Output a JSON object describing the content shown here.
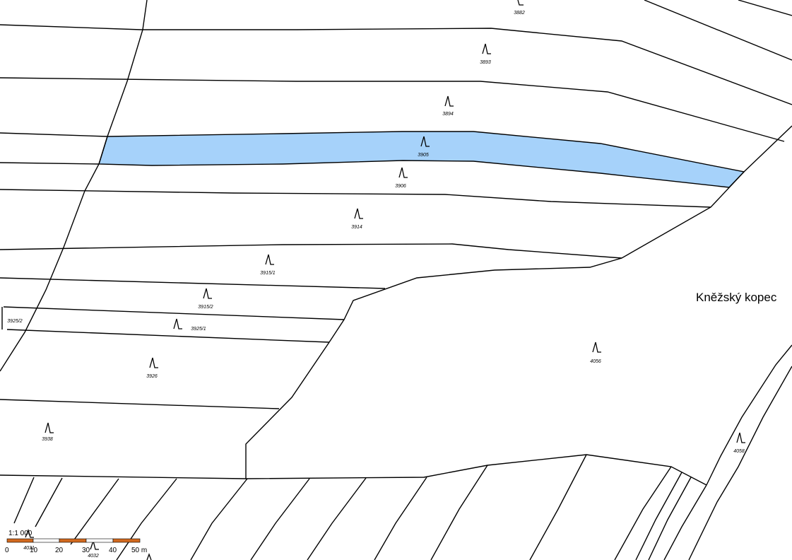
{
  "map": {
    "highlight_color": "#a6d2fa",
    "line_color": "#000000",
    "place_name": "Kněžský kopec",
    "parcels": [
      {
        "id": "3882",
        "symbol": "meadow-icon"
      },
      {
        "id": "3893",
        "symbol": "meadow-icon"
      },
      {
        "id": "3894",
        "symbol": "meadow-icon"
      },
      {
        "id": "3905",
        "symbol": "meadow-icon",
        "selected": true
      },
      {
        "id": "3906",
        "symbol": "meadow-icon"
      },
      {
        "id": "3914",
        "symbol": "meadow-icon"
      },
      {
        "id": "3915/1",
        "symbol": "meadow-icon"
      },
      {
        "id": "3915/2",
        "symbol": "meadow-icon"
      },
      {
        "id": "3925/1",
        "symbol": "meadow-icon"
      },
      {
        "id": "3925/2"
      },
      {
        "id": "3926",
        "symbol": "meadow-icon"
      },
      {
        "id": "3938",
        "symbol": "meadow-icon"
      },
      {
        "id": "4056",
        "symbol": "meadow-icon"
      },
      {
        "id": "4058",
        "symbol": "meadow-icon"
      },
      {
        "id": "4031",
        "symbol": "meadow-icon"
      },
      {
        "id": "4032",
        "symbol": "meadow-icon"
      }
    ]
  },
  "scale_bar": {
    "ratio": "1:1 000",
    "ticks": [
      "0",
      "10",
      "20",
      "30",
      "40",
      "50 m"
    ],
    "segment_colors": [
      "#d2691e",
      "#ffffff"
    ]
  }
}
